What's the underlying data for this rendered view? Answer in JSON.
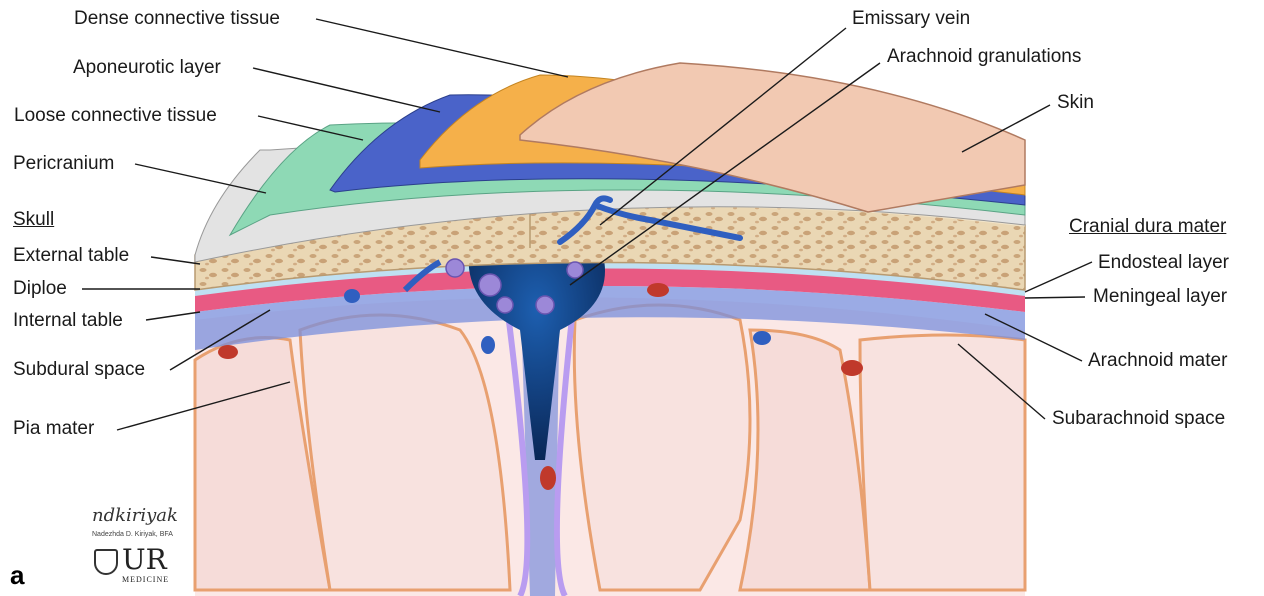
{
  "labels": {
    "dense_connective": "Dense connective tissue",
    "aponeurotic": "Aponeurotic layer",
    "loose_connective": "Loose connective tissue",
    "pericranium": "Pericranium",
    "skull": "Skull",
    "external_table": "External table",
    "diploe": "Diploe",
    "internal_table": "Internal table",
    "subdural_space": "Subdural space",
    "pia_mater": "Pia mater",
    "emissary_vein": "Emissary vein",
    "arachnoid_granulations": "Arachnoid granulations",
    "skin": "Skin",
    "cranial_dura_mater": "Cranial dura mater",
    "endosteal_layer": "Endosteal layer",
    "meningeal_layer": "Meningeal layer",
    "arachnoid_mater": "Arachnoid mater",
    "subarachnoid_space": "Subarachnoid space"
  },
  "panel_letter": "a",
  "credit": {
    "signature": "ndkiriyak",
    "artist": "Nadezhda D. Kiriyak, BFA",
    "logo_main": "UR",
    "logo_sub": "MEDICINE"
  },
  "colors": {
    "skin": "#f2c9b2",
    "dense_connective": "#f5b04a",
    "aponeurotic": "#4a63c9",
    "loose_connective": "#8ed9b5",
    "pericranium": "#e3e3e3",
    "bone": "#ead7b4",
    "dura": "#e6527c",
    "arachnoid": "#9a7fd6",
    "sinus": "#0e3a7a",
    "brain": "#f4d4d4"
  }
}
